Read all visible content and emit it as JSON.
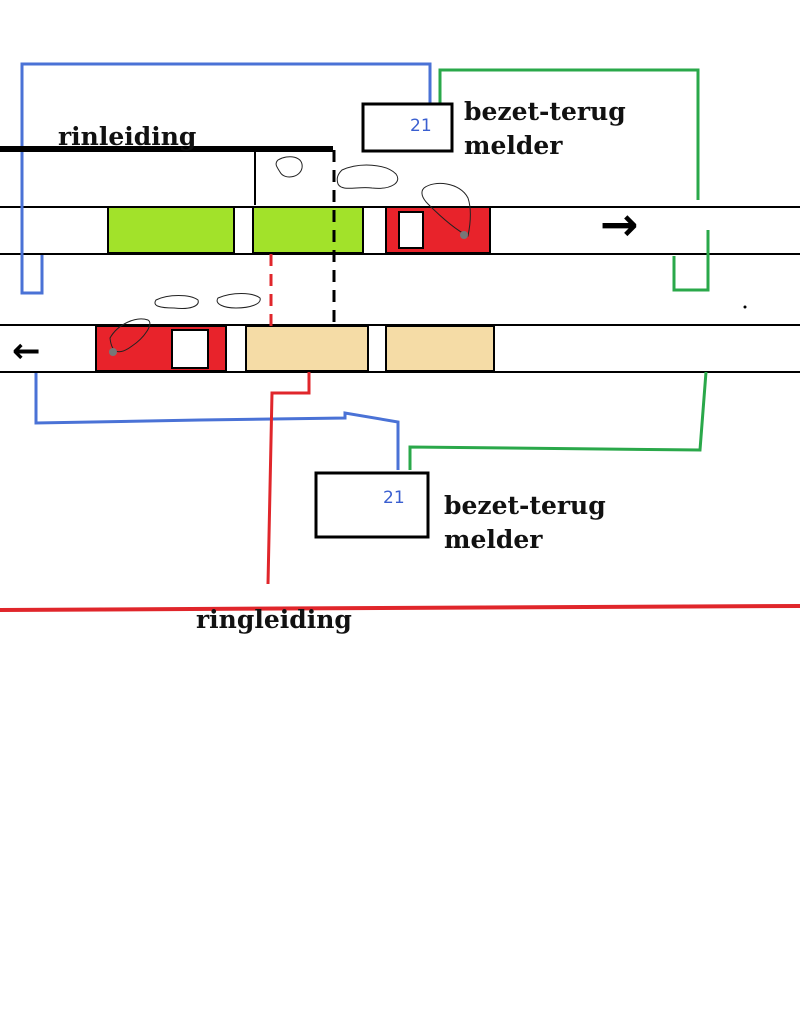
{
  "labels": {
    "ring_top": "rinleiding",
    "ring_bottom": "ringleiding",
    "melder_top_line1": "bezet-terug",
    "melder_top_line2": "melder",
    "melder_bottom_line1": "bezet-terug",
    "melder_bottom_line2": "melder"
  },
  "melders": {
    "top_number": "21",
    "bottom_number": "21"
  },
  "arrows": {
    "top_track": "→",
    "bottom_track": "←"
  },
  "colors": {
    "wire_blue": "#4a72d6",
    "wire_green": "#2aa84a",
    "wire_red": "#e0262b",
    "wire_black": "#000000",
    "block_green": "#a2e22a",
    "block_red": "#e8232b",
    "block_beige": "#f5dca6",
    "track": "#000000"
  }
}
